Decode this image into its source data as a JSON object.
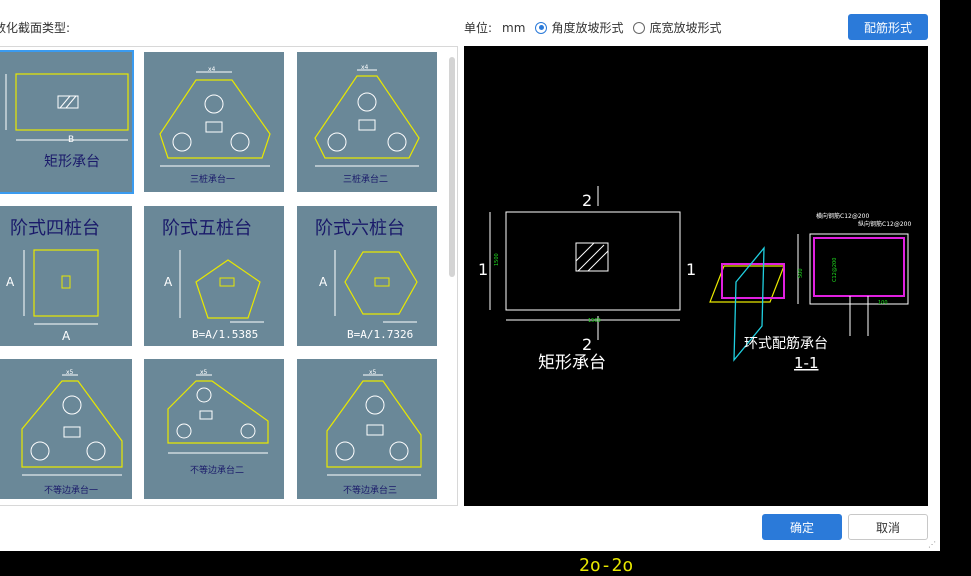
{
  "dialog": {
    "section_label": "数化截面类型:",
    "unit_label": "单位:",
    "unit_value": "mm",
    "radio_angle": "角度放坡形式",
    "radio_width": "底宽放坡形式",
    "rebar_button": "配筋形式",
    "ok_button": "确定",
    "cancel_button": "取消"
  },
  "tiles": [
    {
      "name": "矩形承台",
      "dim_a": "B"
    },
    {
      "name": "三桩承台一",
      "dim_a": "x4"
    },
    {
      "name": "三桩承台二",
      "dim_a": "x4"
    },
    {
      "name": "阶式四桩台",
      "dim_a": "A"
    },
    {
      "name": "阶式五桩台",
      "dim_a": "A",
      "formula": "B=A/1.5385"
    },
    {
      "name": "阶式六桩台",
      "dim_a": "A",
      "formula": "B=A/1.7326"
    },
    {
      "name": "不等边承台一",
      "dim_a": "x5"
    },
    {
      "name": "不等边承台二",
      "dim_a": "x5"
    },
    {
      "name": "不等边承台三",
      "dim_a": "x5"
    }
  ],
  "preview": {
    "section_mark_top": "2",
    "section_mark_bottom": "2",
    "section_mark_left": "1",
    "section_mark_right": "1",
    "dim_width": "1500",
    "dim_height": "1500",
    "plan_title": "矩形承台",
    "section_title": "环式配筋承台",
    "section_name": "1-1",
    "rebar_h": "横向钢筋C12@200",
    "rebar_v": "纵向钢筋C12@200",
    "side_rebar": "C12@200",
    "dim_depth": "500",
    "dim_small": "100"
  },
  "background_cad_text": "2o-2o",
  "colors": {
    "accent": "#2b7ad9",
    "tile_bg": "#6a8898",
    "cad_yellow": "#e8e800",
    "cad_magenta": "#e020e0",
    "cad_cyan": "#20d0e0",
    "cad_green": "#20e020"
  }
}
